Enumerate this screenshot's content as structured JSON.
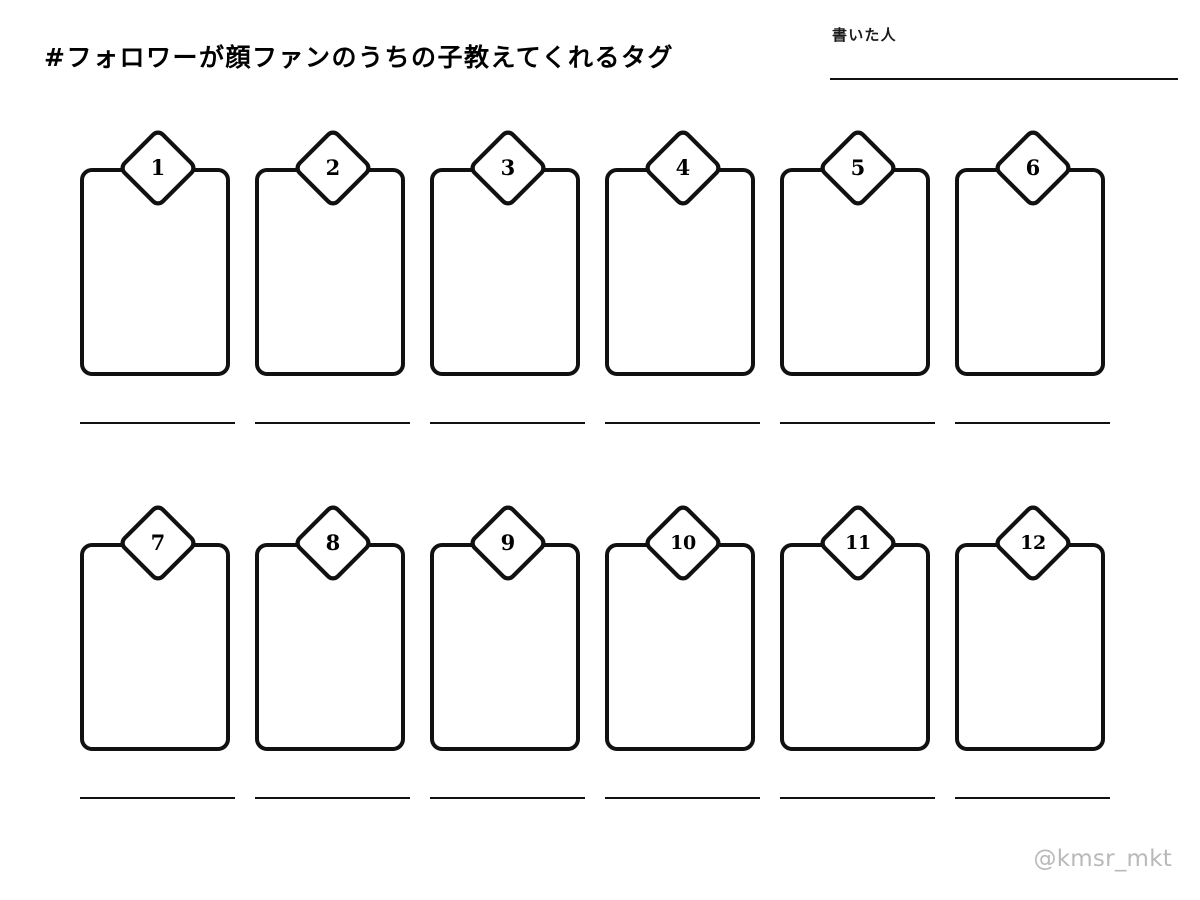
{
  "page": {
    "background_color": "#ffffff",
    "ink_color": "#111111",
    "watermark": "@kmsr_mkt",
    "watermark_color": "#b9b9b9"
  },
  "header": {
    "title": "#フォロワーが顔ファンのうちの子教えてくれるタグ",
    "author_label": "書いた人",
    "author_value": ""
  },
  "grid": {
    "rows": 2,
    "columns": 6,
    "cards": [
      {
        "number": "1",
        "caption": ""
      },
      {
        "number": "2",
        "caption": ""
      },
      {
        "number": "3",
        "caption": ""
      },
      {
        "number": "4",
        "caption": ""
      },
      {
        "number": "5",
        "caption": ""
      },
      {
        "number": "6",
        "caption": ""
      },
      {
        "number": "7",
        "caption": ""
      },
      {
        "number": "8",
        "caption": ""
      },
      {
        "number": "9",
        "caption": ""
      },
      {
        "number": "10",
        "caption": ""
      },
      {
        "number": "11",
        "caption": ""
      },
      {
        "number": "12",
        "caption": ""
      }
    ]
  }
}
